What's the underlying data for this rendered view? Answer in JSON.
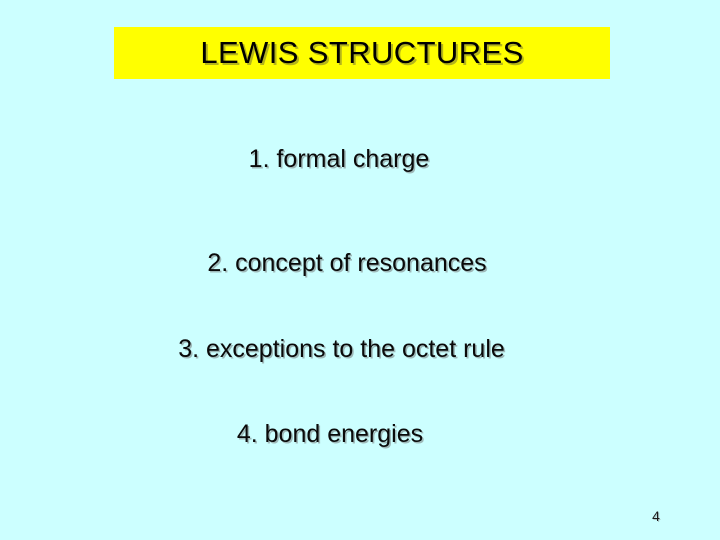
{
  "slide": {
    "background_color": "#CCFFFF",
    "title": {
      "text": "LEWIS STRUCTURES",
      "highlight_color": "#FFFF00",
      "text_color": "#000000"
    },
    "body_lines": [
      {
        "text": "1. formal charge"
      },
      {
        "text": "2. concept of resonances"
      },
      {
        "text": "3. exceptions to the octet rule"
      },
      {
        "text": "4. bond energies"
      }
    ],
    "page_number": "4"
  }
}
